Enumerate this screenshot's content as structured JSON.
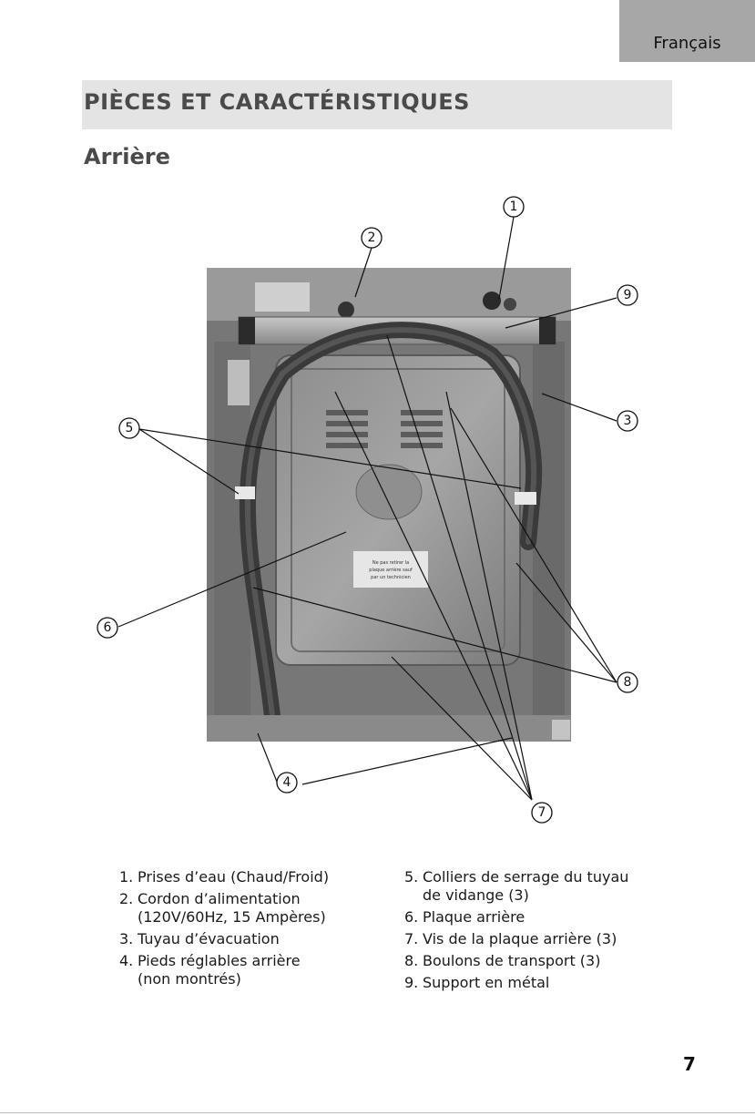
{
  "language_tab": "Français",
  "section_title": "PIÈCES ET CARACTÉRISTIQUES",
  "subsection_title": "Arrière",
  "callouts": [
    "1",
    "2",
    "3",
    "4",
    "5",
    "6",
    "7",
    "8",
    "9"
  ],
  "photo_label_lines": [
    "Ne pas retirer la",
    "plaque arrière sauf",
    "par un technicien"
  ],
  "legend_left": [
    {
      "num": "1.",
      "text": "Prises d’eau (Chaud/Froid)"
    },
    {
      "num": "2.",
      "text": "Cordon d’alimentation\n(120V/60Hz, 15 Ampères)"
    },
    {
      "num": "3.",
      "text": "Tuyau d’évacuation"
    },
    {
      "num": "4.",
      "text": "Pieds réglables arrière\n(non montrés)"
    }
  ],
  "legend_right": [
    {
      "num": "5.",
      "text": "Colliers de serrage du tuyau\nde vidange (3)"
    },
    {
      "num": "6.",
      "text": "Plaque arrière"
    },
    {
      "num": "7.",
      "text": "Vis de la plaque arrière (3)"
    },
    {
      "num": "8.",
      "text": "Boulons de transport (3)"
    },
    {
      "num": "9.",
      "text": "Support en métal"
    }
  ],
  "page_number": "7"
}
